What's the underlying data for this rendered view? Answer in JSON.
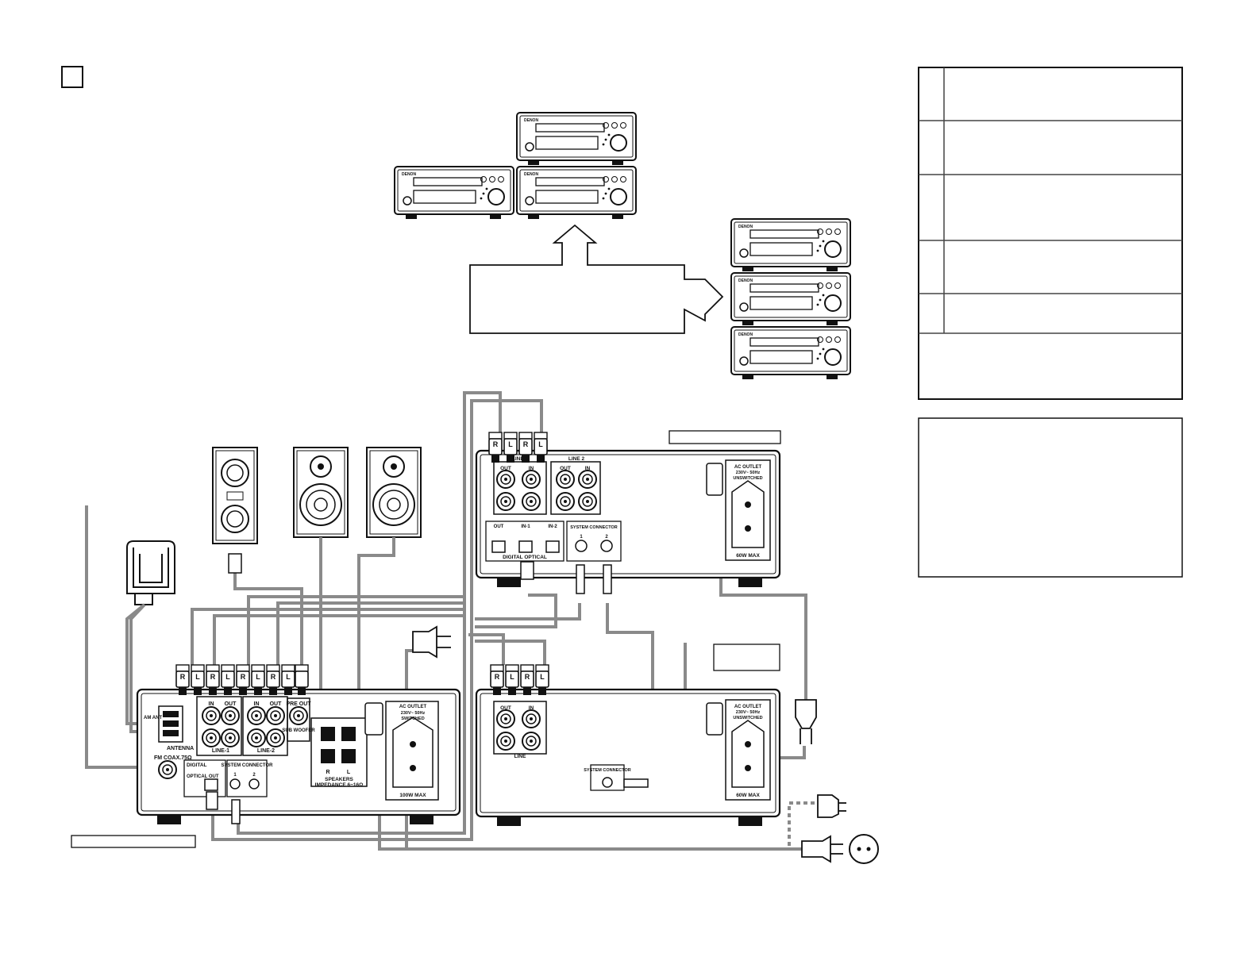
{
  "diagram": {
    "panel_labels": {
      "receiver": {
        "in": "IN",
        "out": "OUT",
        "line1": "LINE-1",
        "line2": "LINE-2",
        "pre_out": "PRE OUT",
        "sub_woofer": "SUB WOOFER",
        "antenna": "ANTENNA",
        "fm_coax": "FM COAX.75Ω",
        "am_ant": "AM ANT",
        "digital": "DIGITAL",
        "optical_out": "OPTICAL OUT",
        "system_connector": "SYSTEM CONNECTOR",
        "sys1": "1",
        "sys2": "2",
        "speakers": "SPEAKERS",
        "impedance": "IMPEDANCE 6~16Ω",
        "ac_outlet": "AC OUTLET",
        "ac_voltage": "230V~ 50Hz",
        "switched": "SWITCHED",
        "max_w": "100W MAX",
        "r": "R",
        "l": "L"
      },
      "deck_top": {
        "line1": "LINE 1",
        "line2": "LINE 2",
        "out": "OUT",
        "in": "IN",
        "opt_out": "OUT",
        "opt_in1": "IN-1",
        "opt_in2": "IN-2",
        "digital_optical": "DIGITAL OPTICAL",
        "system_connector": "SYSTEM CONNECTOR",
        "sys1": "1",
        "sys2": "2",
        "ac_outlet": "AC OUTLET",
        "ac_voltage": "230V~ 50Hz",
        "unswitched": "UNSWITCHED",
        "max_w": "60W MAX"
      },
      "deck_bottom": {
        "out": "OUT",
        "in": "IN",
        "line": "LINE",
        "system_connector": "SYSTEM CONNECTOR",
        "ac_outlet": "AC OUTLET",
        "ac_voltage": "230V~ 50Hz",
        "unswitched": "UNSWITCHED",
        "max_w": "60W MAX"
      },
      "plugs": {
        "r": "R",
        "l": "L"
      },
      "brand": "DENON"
    }
  },
  "colors": {
    "line": "#111111",
    "cable": "#8a8a8a",
    "panel_fill": "#ffffff"
  }
}
